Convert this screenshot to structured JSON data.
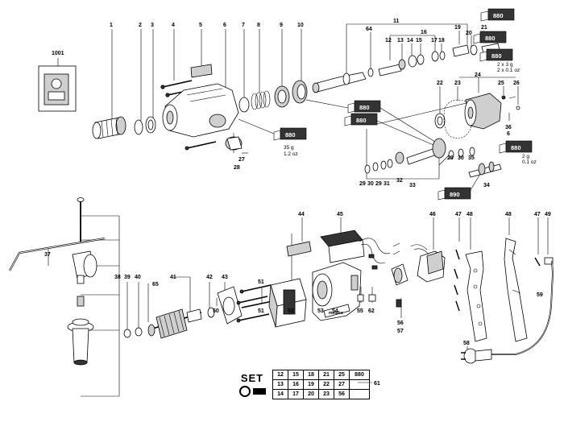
{
  "labels": {
    "l1": "1",
    "l2": "2",
    "l3": "3",
    "l4": "4",
    "l5": "5",
    "l6": "6",
    "l7": "7",
    "l8": "8",
    "l9": "9",
    "l10": "10",
    "l11": "11",
    "l12": "12",
    "l13": "13",
    "l14": "14",
    "l15": "15",
    "l16": "16",
    "l17": "17",
    "l18": "18",
    "l19": "19",
    "l20": "20",
    "l21": "21",
    "l22": "22",
    "l23": "23",
    "l24": "24",
    "l25": "25",
    "l26": "26",
    "l27": "27",
    "l28": "28",
    "l29a": "29",
    "l29b": "29",
    "l30a": "30",
    "l30b": "30",
    "l31": "31",
    "l32": "32",
    "l33": "33",
    "l34": "34",
    "l35": "35",
    "l36": "36",
    "l37": "37",
    "l38": "38",
    "l39": "39",
    "l40": "40",
    "l41": "41",
    "l42": "42",
    "l43": "43",
    "l44": "44",
    "l45": "45",
    "l46": "46",
    "l47a": "47",
    "l47b": "47",
    "l48a": "48",
    "l48b": "48",
    "l49": "49",
    "l50": "50",
    "l51a": "51",
    "l51b": "51",
    "l52": "52",
    "l53": "53",
    "l54": "54",
    "l55": "55",
    "l56": "56",
    "l57": "57",
    "l58": "58",
    "l59": "59",
    "l61": "61",
    "l62": "62",
    "l64": "64",
    "l65": "65",
    "l1001": "1001",
    "l6b": "6"
  },
  "grease": {
    "tube_label": "880",
    "tube_label_890": "890",
    "main_qty": "35 g",
    "main_qty_oz": "1.2 oz",
    "top_qty": "2 x 3 g",
    "top_qty_oz": "2 x 0.1 oz",
    "right_qty": "2 g",
    "right_qty_oz": "0.1 oz"
  },
  "brand": "metabo",
  "set_table": {
    "title": "SET",
    "rows": [
      [
        "12",
        "15",
        "18",
        "21",
        "25",
        "880"
      ],
      [
        "13",
        "16",
        "19",
        "22",
        "27",
        ""
      ],
      [
        "14",
        "17",
        "20",
        "23",
        "56",
        ""
      ]
    ]
  }
}
